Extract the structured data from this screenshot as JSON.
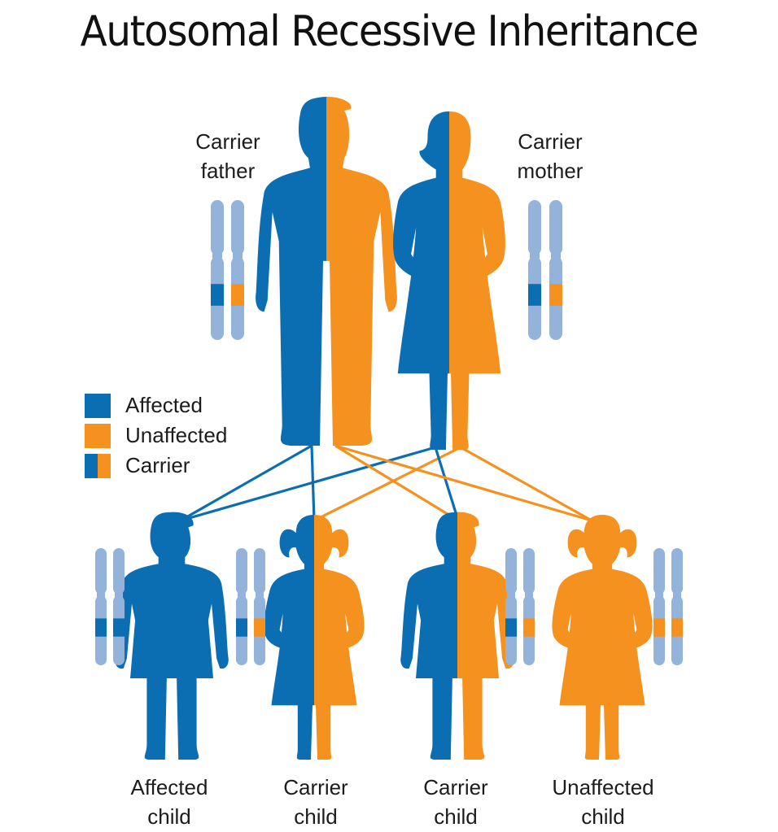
{
  "title": "Autosomal Recessive Inheritance",
  "colors": {
    "affected": "#0b6eb2",
    "unaffected": "#f5911e",
    "chromosome": "#93b3db",
    "text": "#1c1c1c",
    "background": "#ffffff"
  },
  "legend": [
    {
      "key": "affected",
      "label": "Affected"
    },
    {
      "key": "unaffected",
      "label": "Unaffected"
    },
    {
      "key": "carrier",
      "label": "Carrier"
    }
  ],
  "parents": [
    {
      "id": "father",
      "status": "carrier",
      "label_line1": "Carrier",
      "label_line2": "father",
      "alleles": [
        "affected",
        "unaffected"
      ]
    },
    {
      "id": "mother",
      "status": "carrier",
      "label_line1": "Carrier",
      "label_line2": "mother",
      "alleles": [
        "affected",
        "unaffected"
      ]
    }
  ],
  "children": [
    {
      "id": "child1",
      "status": "affected",
      "label_line1": "Affected",
      "label_line2": "child",
      "alleles": [
        "affected",
        "affected"
      ],
      "from_father": "affected",
      "from_mother": "affected"
    },
    {
      "id": "child2",
      "status": "carrier",
      "label_line1": "Carrier",
      "label_line2": "child",
      "alleles": [
        "affected",
        "unaffected"
      ],
      "from_father": "affected",
      "from_mother": "unaffected"
    },
    {
      "id": "child3",
      "status": "carrier",
      "label_line1": "Carrier",
      "label_line2": "child",
      "alleles": [
        "affected",
        "unaffected"
      ],
      "from_father": "unaffected",
      "from_mother": "affected"
    },
    {
      "id": "child4",
      "status": "unaffected",
      "label_line1": "Unaffected",
      "label_line2": "child",
      "alleles": [
        "unaffected",
        "unaffected"
      ],
      "from_father": "unaffected",
      "from_mother": "unaffected"
    }
  ]
}
